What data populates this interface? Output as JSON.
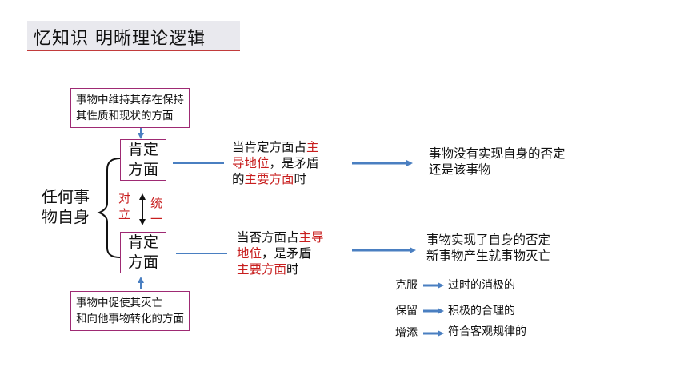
{
  "title": "忆知识  明晰理论逻辑",
  "top_box": [
    "事物中维持其存在保持",
    "其性质和现状的方面"
  ],
  "bottom_box": [
    "事物中促使其灭亡",
    "和向他事物转化的方面"
  ],
  "subject": [
    "任何事",
    "物自身"
  ],
  "aspect_upper": [
    "肯定",
    "方面"
  ],
  "aspect_lower": [
    "肯定",
    "方面"
  ],
  "opposition": [
    "对",
    "立"
  ],
  "unity": [
    "统",
    "一"
  ],
  "upper_condition": {
    "p1": "当肯定方面占",
    "p1r": "主",
    "p2r": "导地位",
    "p2": "，是矛盾",
    "p3": "的",
    "p3r": "主要方面",
    "p4": "时"
  },
  "lower_condition": {
    "p1": "当否方面占",
    "p1r": "主导",
    "p2r": "地位",
    "p2": "，是矛盾",
    "p3r": "主要方面",
    "p4": "时"
  },
  "upper_result": [
    "事物没有实现自身的否定",
    "还是该事物"
  ],
  "lower_result": [
    "事物实现了自身的否定",
    "新事物产生就事物灭亡"
  ],
  "sublation": [
    {
      "verb": "克服",
      "object": "过时的消极的"
    },
    {
      "verb": "保留",
      "object": "积极的合理的"
    },
    {
      "verb": "增添",
      "object": "符合客观规律的"
    }
  ],
  "colors": {
    "accent_red": "#c81e1e",
    "arrow_blue": "#4a7fc1",
    "box_border": "#9e2a73"
  }
}
